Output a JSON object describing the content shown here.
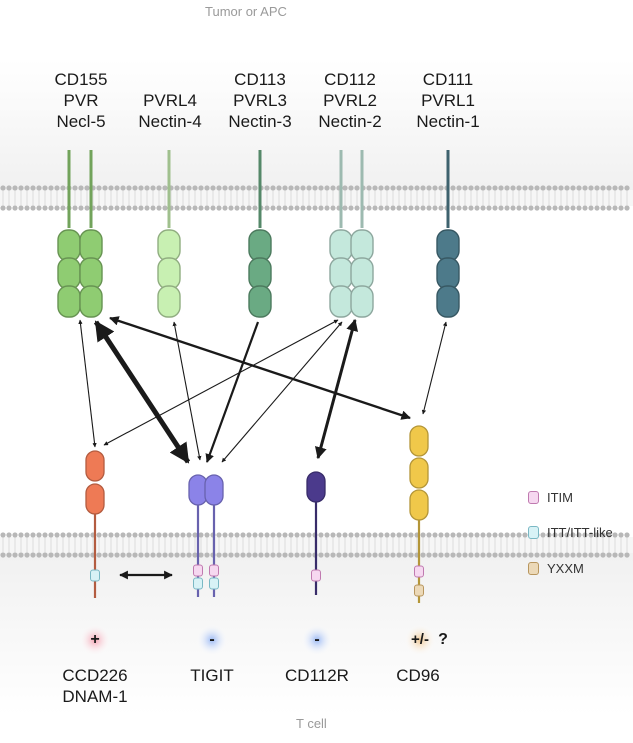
{
  "regions": {
    "top": "Tumor or APC",
    "bottom": "T cell"
  },
  "ligands": [
    {
      "lines": [
        "CD155",
        "PVR",
        "Necl-5"
      ],
      "color": "#8fcc72"
    },
    {
      "lines": [
        "PVRL4",
        "Nectin-4"
      ],
      "color": "#c8f0b2"
    },
    {
      "lines": [
        "CD113",
        "PVRL3",
        "Nectin-3"
      ],
      "color": "#6aaa83"
    },
    {
      "lines": [
        "CD112",
        "PVRL2",
        "Nectin-2"
      ],
      "color": "#c4e8dc"
    },
    {
      "lines": [
        "CD111",
        "PVRL1",
        "Nectin-1"
      ],
      "color": "#4d7a8a"
    }
  ],
  "receptors": [
    {
      "lines": [
        "CCD226",
        "DNAM-1"
      ],
      "sign": "+",
      "color": "#ee7a55"
    },
    {
      "lines": [
        "TIGIT"
      ],
      "sign": "-",
      "color": "#8b83e8"
    },
    {
      "lines": [
        "CD112R"
      ],
      "sign": "-",
      "color": "#4b3a8c"
    },
    {
      "lines": [
        "CD96"
      ],
      "sign": "+/-",
      "extra": "?",
      "color": "#f0c84a"
    }
  ],
  "legend": [
    {
      "label": "ITIM",
      "fill": "#f6d8f0",
      "stroke": "#c07ab0"
    },
    {
      "label": "ITT/ITT-like",
      "fill": "#d8f2f6",
      "stroke": "#7ab8c4"
    },
    {
      "label": "YXXM",
      "fill": "#ecd9b8",
      "stroke": "#b8965e"
    }
  ]
}
